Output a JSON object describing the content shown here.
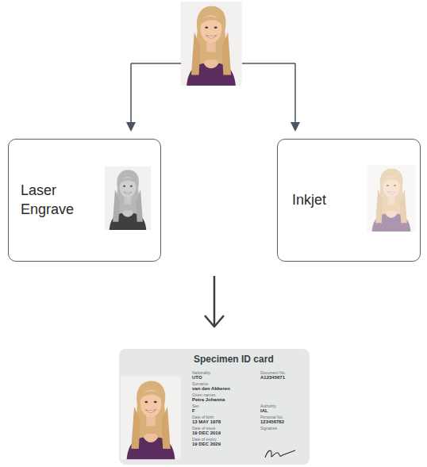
{
  "diagram": {
    "nodes": [
      {
        "text": [
          "Laser Engrave"
        ]
      },
      {
        "text": [
          "Inkjet"
        ]
      },
      {
        "text": [
          "Specimen ID card",
          "Nationality",
          "UTO",
          "Surname",
          "van den Akkeren",
          "Given names",
          "Petra Johanna",
          "Sex",
          "F",
          "Date of birth",
          "13 MAY 1978",
          "Date of issue",
          "19 DEC 2019",
          "Date of expiry",
          "19 DEC 2029",
          "Document No.",
          "A12345671",
          "Authority",
          "IAL",
          "Personal No.",
          "123456782",
          "Signature"
        ]
      }
    ]
  }
}
